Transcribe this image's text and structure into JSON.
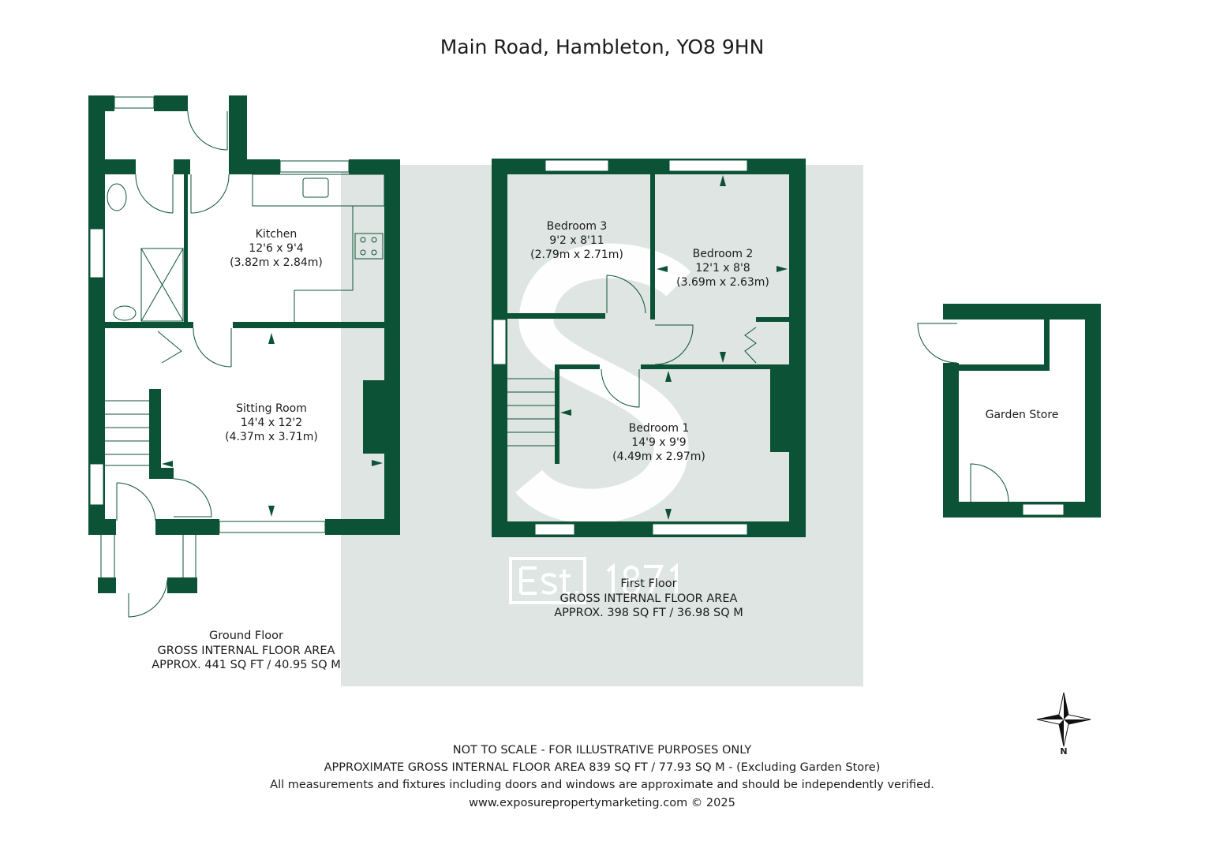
{
  "title": "Main Road, Hambleton, YO8 9HN",
  "colors": {
    "wall": "#0c5237",
    "watermark_panel": "#dfe5e2"
  },
  "watermark": {
    "letter": "S",
    "text": "Est. 1871"
  },
  "ground_floor": {
    "rooms": [
      {
        "name": "Kitchen",
        "imperial": "12'6 x 9'4",
        "metric": "(3.82m x 2.84m)"
      },
      {
        "name": "Sitting Room",
        "imperial": "14'4 x 12'2",
        "metric": "(4.37m x 3.71m)"
      }
    ],
    "label": "Ground Floor",
    "area_heading": "GROSS INTERNAL FLOOR AREA",
    "area": "APPROX. 441 SQ FT / 40.95 SQ M"
  },
  "first_floor": {
    "rooms": [
      {
        "name": "Bedroom 3",
        "imperial": "9'2 x 8'11",
        "metric": "(2.79m x 2.71m)"
      },
      {
        "name": "Bedroom 2",
        "imperial": "12'1 x 8'8",
        "metric": "(3.69m x 2.63m)"
      },
      {
        "name": "Bedroom 1",
        "imperial": "14'9 x 9'9",
        "metric": "(4.49m x 2.97m)"
      }
    ],
    "label": "First Floor",
    "area_heading": "GROSS INTERNAL FLOOR AREA",
    "area": "APPROX. 398 SQ FT / 36.98 SQ M"
  },
  "garden_store": {
    "name": "Garden Store"
  },
  "compass": {
    "icon": "north-compass-icon",
    "label": "N"
  },
  "footer": [
    "NOT TO SCALE - FOR ILLUSTRATIVE PURPOSES ONLY",
    "APPROXIMATE GROSS INTERNAL FLOOR AREA 839 SQ FT / 77.93 SQ M - (Excluding Garden Store)",
    "All measurements and fixtures including doors and windows are approximate and should be independently verified.",
    "www.exposurepropertymarketing.com © 2025"
  ]
}
